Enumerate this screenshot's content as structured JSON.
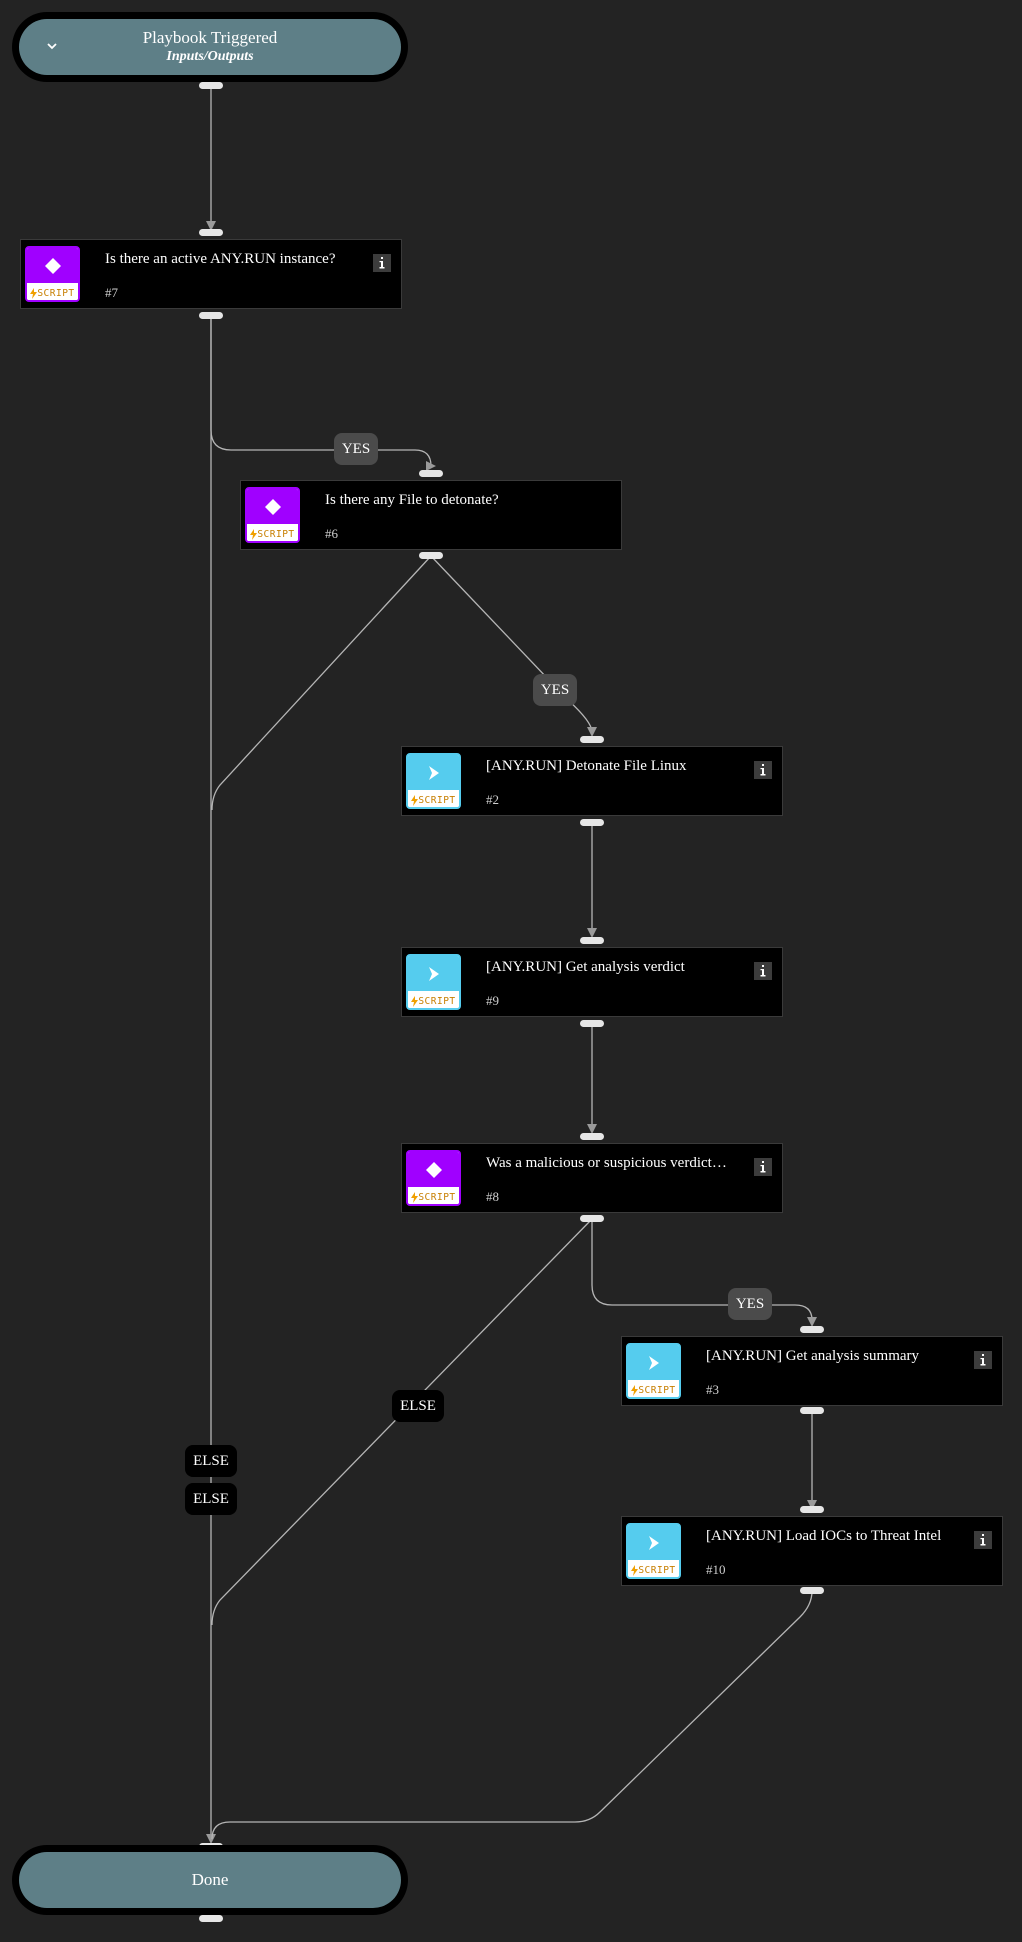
{
  "start": {
    "title": "Playbook Triggered",
    "subtitle": "Inputs/Outputs",
    "icon": "chevron-down-icon"
  },
  "end": {
    "title": "Done"
  },
  "tasks": [
    {
      "id": "t7",
      "name": "Is there an active ANY.RUN instance?",
      "number": "#7",
      "kind": "condition",
      "badge": "SCRIPT",
      "has_info": true
    },
    {
      "id": "t6",
      "name": "Is there any File to detonate?",
      "number": "#6",
      "kind": "condition",
      "badge": "SCRIPT",
      "has_info": false
    },
    {
      "id": "t2",
      "name": "[ANY.RUN] Detonate File Linux",
      "number": "#2",
      "kind": "action",
      "badge": "SCRIPT",
      "has_info": true
    },
    {
      "id": "t9",
      "name": "[ANY.RUN] Get analysis verdict",
      "number": "#9",
      "kind": "action",
      "badge": "SCRIPT",
      "has_info": true
    },
    {
      "id": "t8",
      "name": "Was a malicious or suspicious verdict…",
      "number": "#8",
      "kind": "condition",
      "badge": "SCRIPT",
      "has_info": true
    },
    {
      "id": "t3",
      "name": "[ANY.RUN] Get analysis summary",
      "number": "#3",
      "kind": "action",
      "badge": "SCRIPT",
      "has_info": true
    },
    {
      "id": "t10",
      "name": "[ANY.RUN] Load IOCs to Threat Intel",
      "number": "#10",
      "kind": "action",
      "badge": "SCRIPT",
      "has_info": true
    }
  ],
  "edge_labels": {
    "yes_t7": "YES",
    "yes_t6": "YES",
    "yes_t8": "YES",
    "else_t8": "ELSE",
    "else_t7": "ELSE",
    "else_t6": "ELSE"
  },
  "colors": {
    "background": "#232323",
    "terminal_fill": "#5e7f87",
    "condition_accent": "#a000ff",
    "action_accent": "#55ccee",
    "script_badge_text": "#c77f00",
    "edge": "#9a9a9a"
  }
}
